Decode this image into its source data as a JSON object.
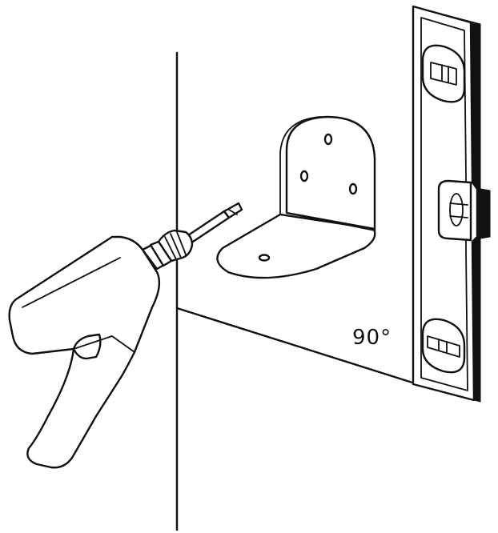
{
  "diagram": {
    "angle_label": "90°",
    "colors": {
      "line": "#111111",
      "background": "#ffffff"
    },
    "parts": [
      "wall",
      "l-bracket",
      "spirit-level",
      "power-drill",
      "screw"
    ]
  }
}
